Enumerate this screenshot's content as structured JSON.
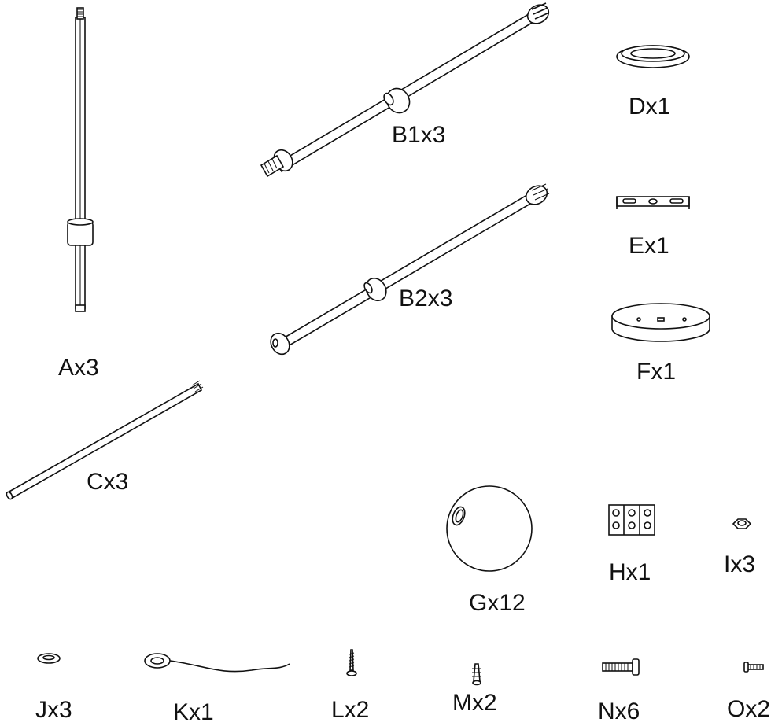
{
  "parts": [
    {
      "id": "A",
      "label": "Ax3"
    },
    {
      "id": "B1",
      "label": "B1x3"
    },
    {
      "id": "B2",
      "label": "B2x3"
    },
    {
      "id": "C",
      "label": "Cx3"
    },
    {
      "id": "D",
      "label": "Dx1"
    },
    {
      "id": "E",
      "label": "Ex1"
    },
    {
      "id": "F",
      "label": "Fx1"
    },
    {
      "id": "G",
      "label": "Gx12"
    },
    {
      "id": "H",
      "label": "Hx1"
    },
    {
      "id": "I",
      "label": "Ix3"
    },
    {
      "id": "J",
      "label": "Jx3"
    },
    {
      "id": "K",
      "label": "Kx1"
    },
    {
      "id": "L",
      "label": "Lx2"
    },
    {
      "id": "M",
      "label": "Mx2"
    },
    {
      "id": "N",
      "label": "Nx6"
    },
    {
      "id": "O",
      "label": "Ox2"
    }
  ],
  "line_color": "#111111",
  "background": "#ffffff"
}
